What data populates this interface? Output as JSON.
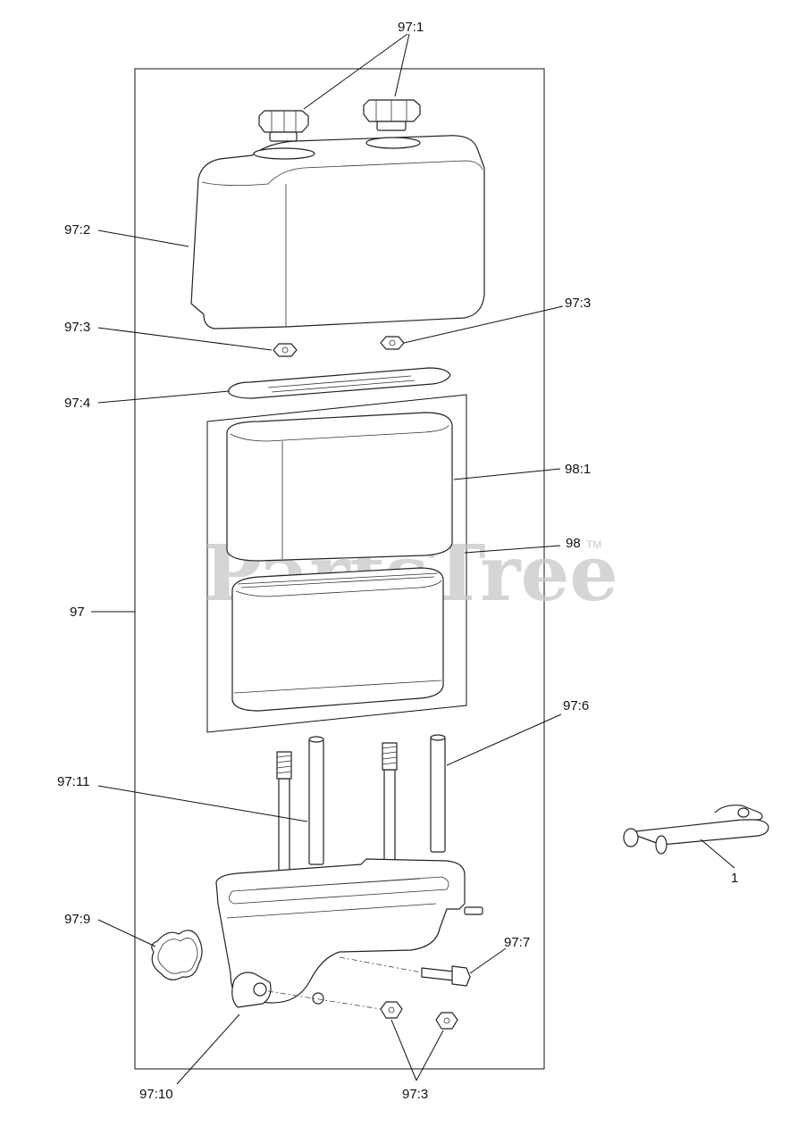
{
  "watermark": {
    "text": "PartsTree",
    "trademark": "TM"
  },
  "callouts": {
    "c_97_1": "97:1",
    "c_97_2": "97:2",
    "c_97_3_left": "97:3",
    "c_97_3_right": "97:3",
    "c_97_4": "97:4",
    "c_98_1": "98:1",
    "c_98": "98",
    "c_97": "97",
    "c_97_6": "97:6",
    "c_97_11": "97:11",
    "c_97_9": "97:9",
    "c_97_7": "97:7",
    "c_97_10": "97:10",
    "c_97_3_bottom": "97:3",
    "c_1": "1"
  }
}
